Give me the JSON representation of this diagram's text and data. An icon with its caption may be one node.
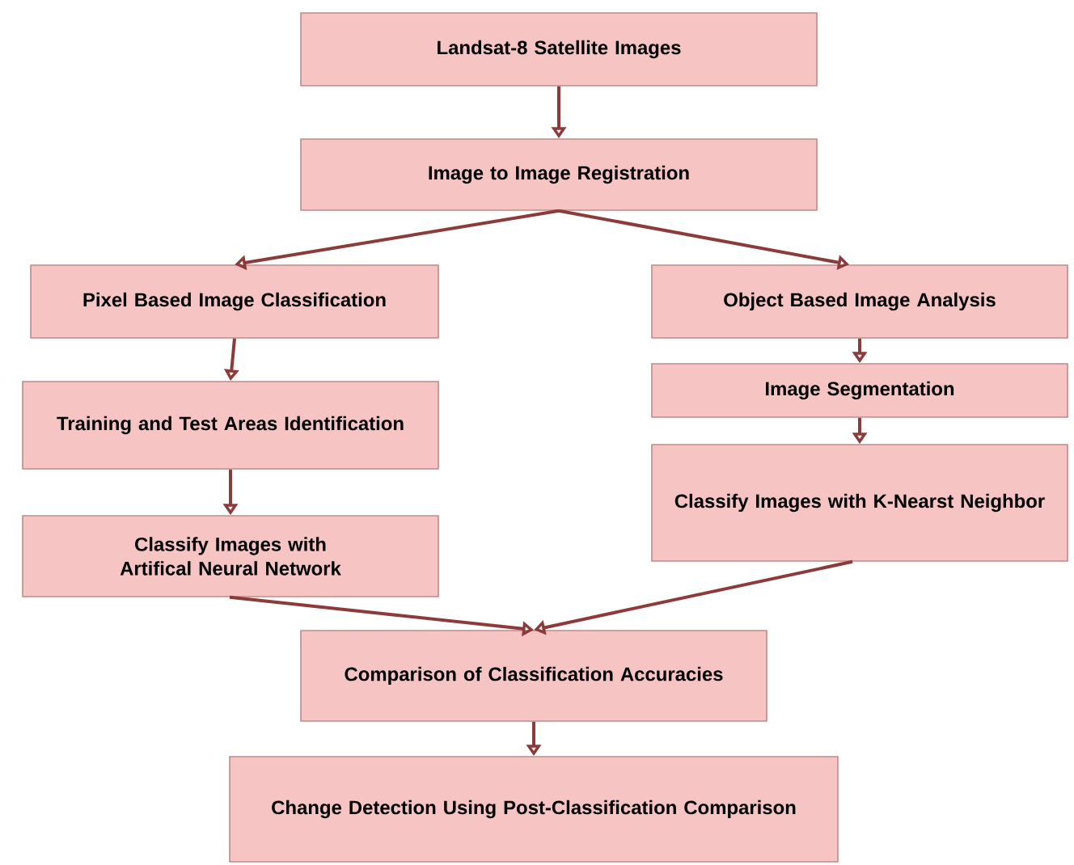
{
  "diagram": {
    "nodes": [
      {
        "text": [
          "Landsat-8 Satellite Images"
        ]
      },
      {
        "text": [
          "Image to Image Registration"
        ]
      },
      {
        "text": [
          "Pixel Based Image Classification"
        ]
      },
      {
        "text": [
          "Object Based Image Analysis"
        ]
      },
      {
        "text": [
          "Training and Test Areas Identification"
        ]
      },
      {
        "text": [
          "Image Segmentation"
        ]
      },
      {
        "text": [
          "Classify Images with Artifical Neural Network"
        ]
      },
      {
        "text": [
          "Classify Images with K-Nearst Neighbor"
        ]
      },
      {
        "text": [
          "Comparison of Classification Accuracies"
        ]
      },
      {
        "text": [
          "Change Detection Using Post-Classification Comparison"
        ]
      }
    ],
    "edges": [
      {
        "from": 0,
        "to": 1,
        "arrow": "to"
      },
      {
        "from": 1,
        "to": 2,
        "arrow": "to"
      },
      {
        "from": 1,
        "to": 3,
        "arrow": "to"
      },
      {
        "from": 2,
        "to": 4,
        "arrow": "to"
      },
      {
        "from": 4,
        "to": 6,
        "arrow": "to"
      },
      {
        "from": 3,
        "to": 5,
        "arrow": "to"
      },
      {
        "from": 5,
        "to": 7,
        "arrow": "to"
      },
      {
        "from": 6,
        "to": 8,
        "arrow": "to"
      },
      {
        "from": 7,
        "to": 8,
        "arrow": "to"
      },
      {
        "from": 8,
        "to": 9,
        "arrow": "to"
      }
    ]
  }
}
